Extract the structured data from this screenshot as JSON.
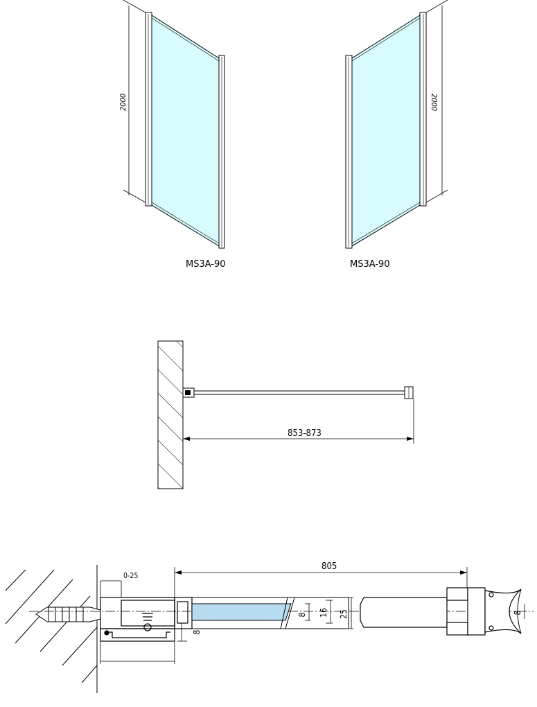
{
  "top_panels": {
    "left": {
      "model": "MS3A-90",
      "height": "2000"
    },
    "right": {
      "model": "MS3A-90",
      "height": "2000"
    }
  },
  "plan_view": {
    "width_range": "853-873"
  },
  "profile_detail": {
    "total": "805",
    "adjust": "0-25",
    "glass": "8",
    "inner": "16",
    "outer": "25",
    "offset": "8",
    "end_glass": "8"
  },
  "colors": {
    "glass": "#d8fbfd",
    "glass_strip": "#b7dcf0",
    "line": "#000000"
  }
}
